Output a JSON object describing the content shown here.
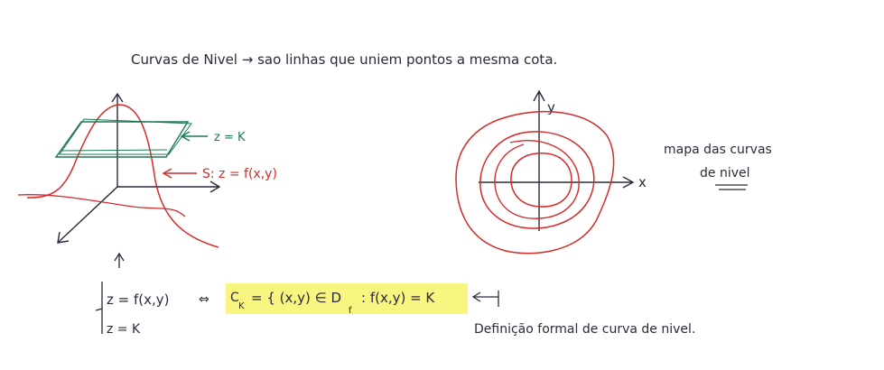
{
  "title": "Curvas de Nivel → sao linhas que uniem pontos a mesma cota.",
  "left_figure": {
    "plane_label": "z = K",
    "surface_label": "S: z = f(x,y)"
  },
  "right_figure": {
    "axis_y": "y",
    "axis_x": "x",
    "note_line1": "mapa das curvas",
    "note_line2": "de nivel"
  },
  "bottom": {
    "system_line1": "z = f(x,y)",
    "system_line2": "z = K",
    "equivalence": "⇔",
    "set_c": "C",
    "set_k": "K",
    "set_eq": "= { (x,y) ∈ D",
    "set_f": "f",
    "set_rest": ": f(x,y) = K",
    "caption": "Definição formal de curva de nivel."
  },
  "colors": {
    "ink": "#2a2a3a",
    "red": "#d42a2a",
    "green": "#1f7a55",
    "highlight": "#f7f36b"
  }
}
